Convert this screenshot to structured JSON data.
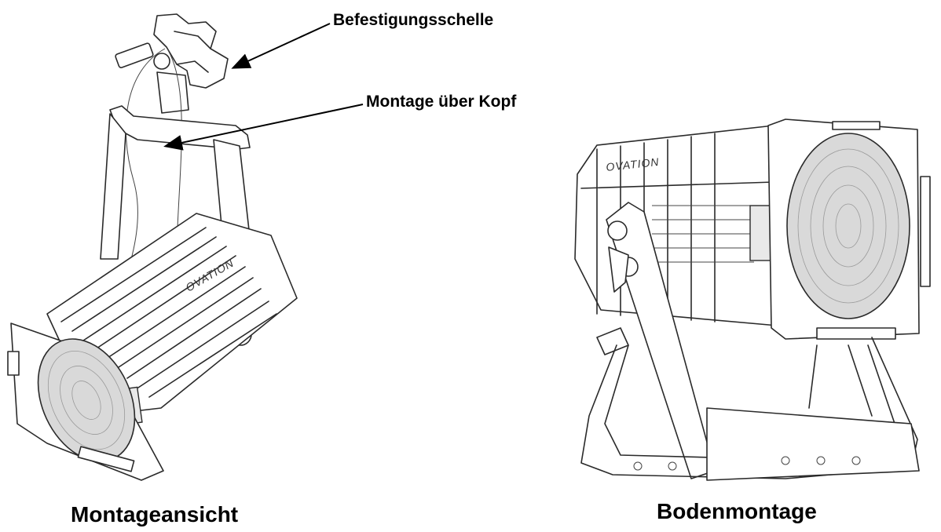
{
  "callouts": {
    "clamp": "Befestigungsschelle",
    "overhead": "Montage über Kopf"
  },
  "captions": {
    "left": "Montageansicht",
    "right": "Bodenmontage"
  },
  "fixture": {
    "brand_mark": "OVATION"
  }
}
